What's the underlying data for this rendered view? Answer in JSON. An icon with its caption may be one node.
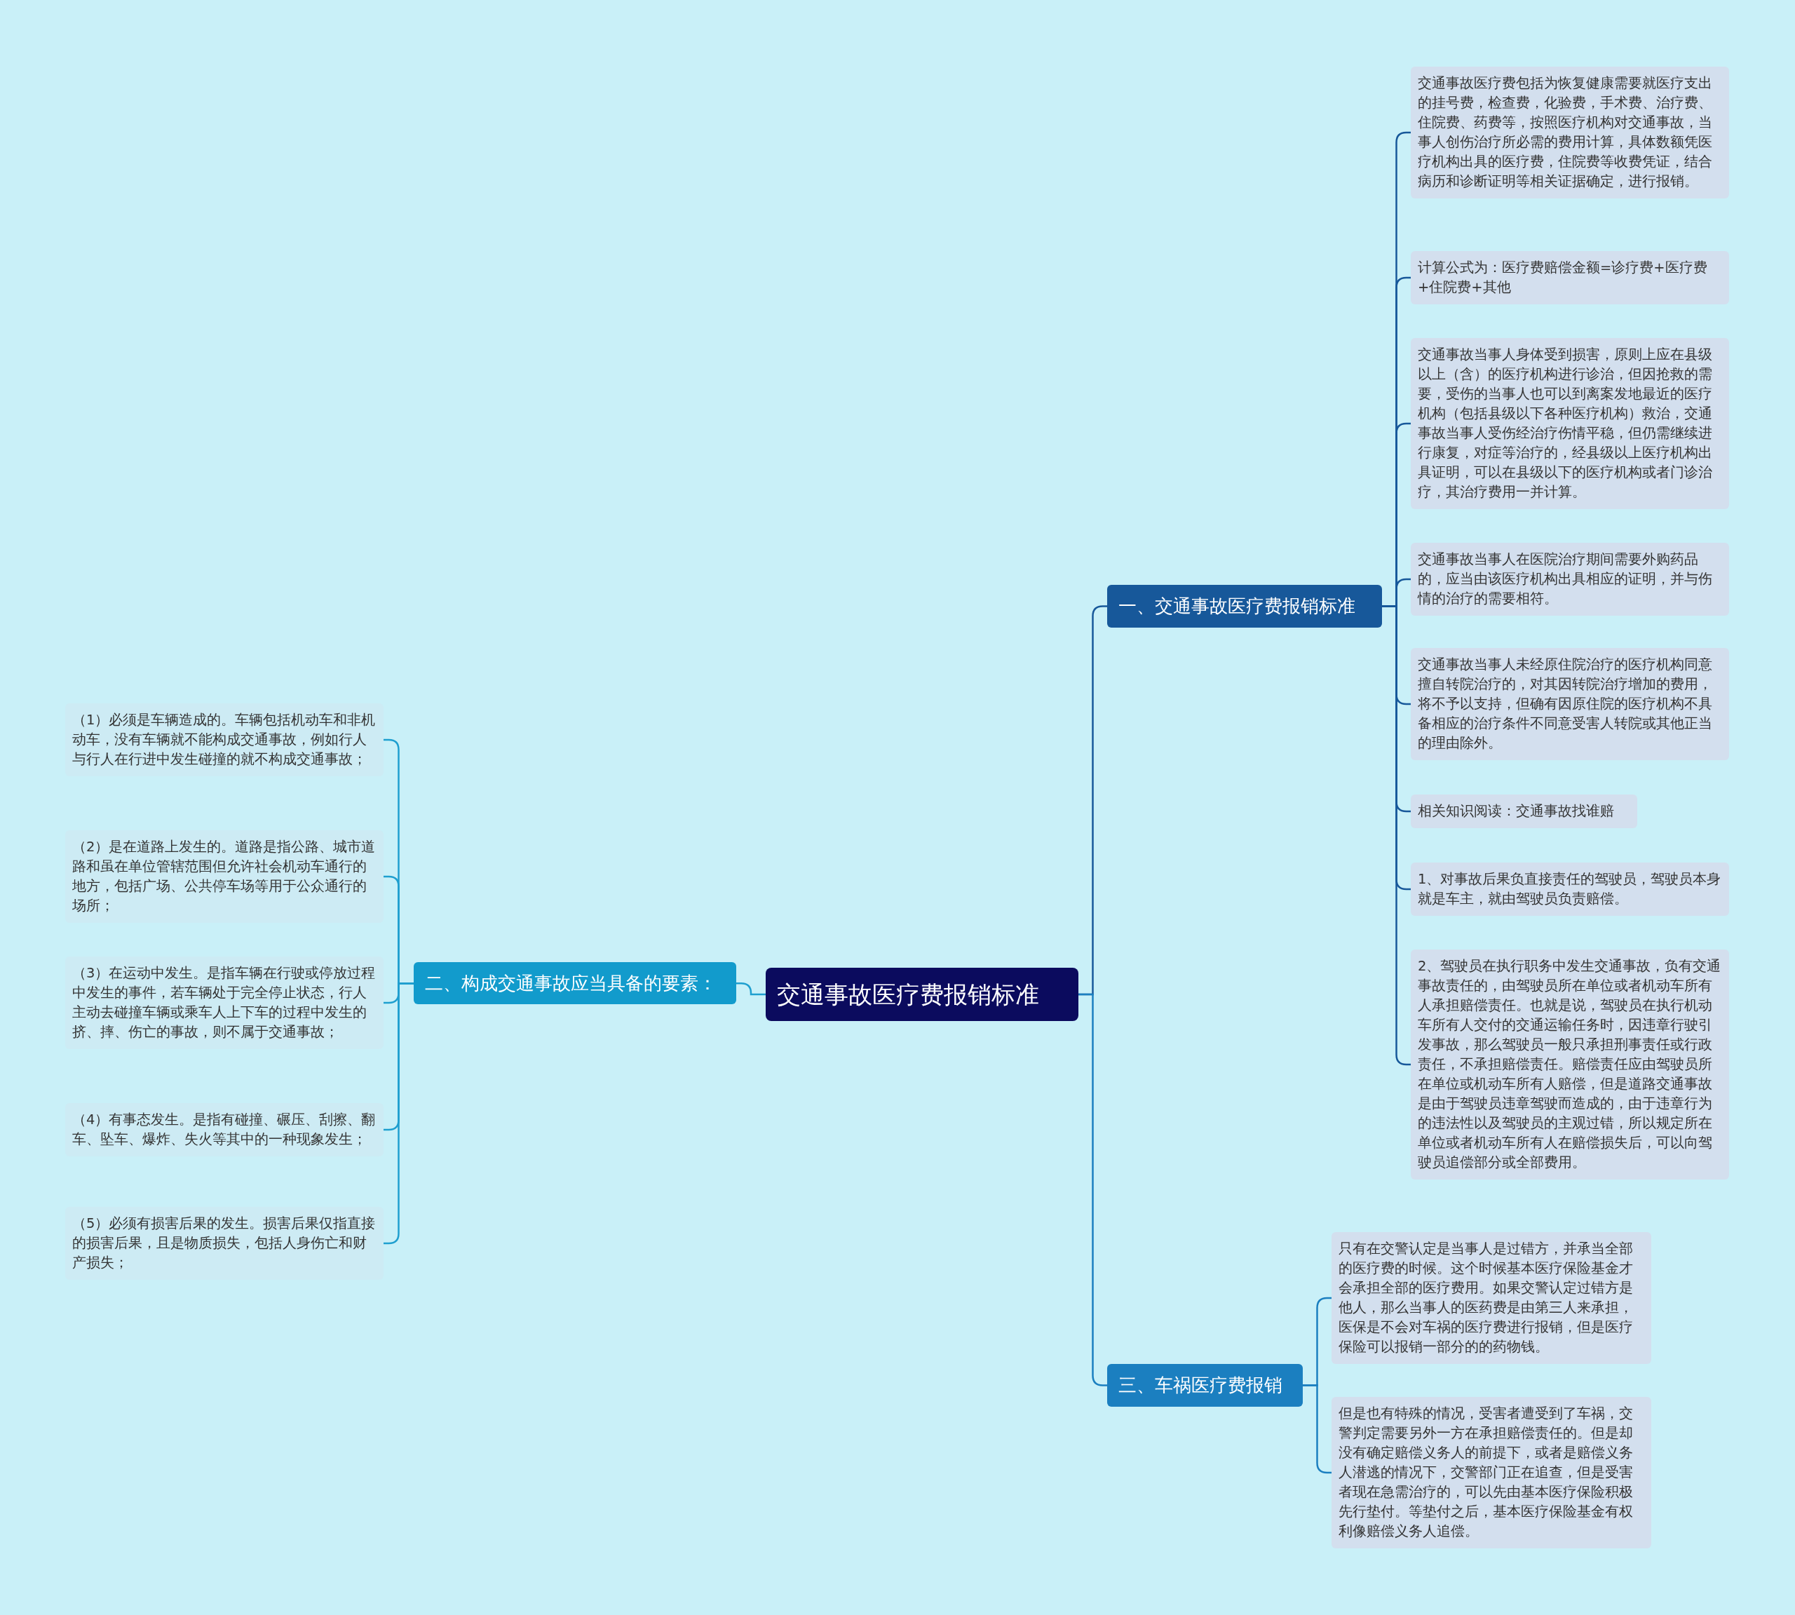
{
  "diagram": {
    "nodes": [
      {
        "text": [
          "交通事故医疗费报销标准"
        ]
      },
      {
        "text": [
          "一、交通事故医疗费报销标准"
        ]
      },
      {
        "text": [
          "交通事故医疗费包括为恢复健康需要就医疗支出的挂号费，检查费，化验费，手术费、治疗费、住院费、药费等，按照医疗机构对交通事故，当事人创伤治疗所必需的费用计算，具体数额凭医疗机构出具的医疗费，住院费等收费凭证，结合病历和诊断证明等相关证据确定，进行报销。"
        ]
      },
      {
        "text": [
          "计算公式为：医疗费赔偿金额=诊疗费+医疗费+住院费+其他"
        ]
      },
      {
        "text": [
          "交通事故当事人身体受到损害，原则上应在县级以上（含）的医疗机构进行诊治，但因抢救的需要，受伤的当事人也可以到离案发地最近的医疗机构（包括县级以下各种医疗机构）救治，交通事故当事人受伤经治疗伤情平稳，但仍需继续进行康复，对症等治疗的，经县级以上医疗机构出具证明，可以在县级以下的医疗机构或者门诊治疗，其治疗费用一并计算。"
        ]
      },
      {
        "text": [
          "交通事故当事人在医院治疗期间需要外购药品的，应当由该医疗机构出具相应的证明，并与伤情的治疗的需要相符。"
        ]
      },
      {
        "text": [
          "交通事故当事人未经原住院治疗的医疗机构同意擅自转院治疗的，对其因转院治疗增加的费用，将不予以支持，但确有因原住院的医疗机构不具备相应的治疗条件不同意受害人转院或其他正当的理由除外。"
        ]
      },
      {
        "text": [
          "相关知识阅读：交通事故找谁赔"
        ]
      },
      {
        "text": [
          "1、对事故后果负直接责任的驾驶员，驾驶员本身就是车主，就由驾驶员负责赔偿。"
        ]
      },
      {
        "text": [
          "2、驾驶员在执行职务中发生交通事故，负有交通事故责任的，由驾驶员所在单位或者机动车所有人承担赔偿责任。也就是说，驾驶员在执行机动车所有人交付的交通运输任务时，因违章行驶引发事故，那么驾驶员一般只承担刑事责任或行政责任，不承担赔偿责任。赔偿责任应由驾驶员所在单位或机动车所有人赔偿，但是道路交通事故是由于驾驶员违章驾驶而造成的，由于违章行为的违法性以及驾驶员的主观过错，所以规定所在单位或者机动车所有人在赔偿损失后，可以向驾驶员追偿部分或全部费用。"
        ]
      },
      {
        "text": [
          "三、车祸医疗费报销"
        ]
      },
      {
        "text": [
          "只有在交警认定是当事人是过错方，并承当全部的医疗费的时候。这个时候基本医疗保险基金才会承担全部的医疗费用。如果交警认定过错方是他人，那么当事人的医药费是由第三人来承担，医保是不会对车祸的医疗费进行报销，但是医疗保险可以报销一部分的的药物钱。"
        ]
      },
      {
        "text": [
          "但是也有特殊的情况，受害者遭受到了车祸，交警判定需要另外一方在承担赔偿责任的。但是却没有确定赔偿义务人的前提下，或者是赔偿义务人潜逃的情况下，交警部门正在追查，但是受害者现在急需治疗的，可以先由基本医疗保险积极先行垫付。等垫付之后，基本医疗保险基金有权利像赔偿义务人追偿。"
        ]
      },
      {
        "text": [
          "二、构成交通事故应当具备的要素："
        ]
      },
      {
        "text": [
          "（1）必须是车辆造成的。车辆包括机动车和非机动车，没有车辆就不能构成交通事故，例如行人与行人在行进中发生碰撞的就不构成交通事故；"
        ]
      },
      {
        "text": [
          "（2）是在道路上发生的。道路是指公路、城市道路和虽在单位管辖范围但允许社会机动车通行的地方，包括广场、公共停车场等用于公众通行的场所；"
        ]
      },
      {
        "text": [
          "（3）在运动中发生。是指车辆在行驶或停放过程中发生的事件，若车辆处于完全停止状态，行人主动去碰撞车辆或乘车人上下车的过程中发生的挤、摔、伤亡的事故，则不属于交通事故；"
        ]
      },
      {
        "text": [
          "（4）有事态发生。是指有碰撞、碾压、刮擦、翻车、坠车、爆炸、失火等其中的一种现象发生；"
        ]
      },
      {
        "text": [
          "（5）必须有损害后果的发生。损害后果仅指直接的损害后果，且是物质损失，包括人身伤亡和财产损失；"
        ]
      }
    ],
    "edges": [
      {
        "from": 0,
        "to": 1,
        "arrow": "none"
      },
      {
        "from": 1,
        "to": 2,
        "arrow": "none"
      },
      {
        "from": 1,
        "to": 3,
        "arrow": "none"
      },
      {
        "from": 1,
        "to": 4,
        "arrow": "none"
      },
      {
        "from": 1,
        "to": 5,
        "arrow": "none"
      },
      {
        "from": 1,
        "to": 6,
        "arrow": "none"
      },
      {
        "from": 1,
        "to": 7,
        "arrow": "none"
      },
      {
        "from": 1,
        "to": 8,
        "arrow": "none"
      },
      {
        "from": 1,
        "to": 9,
        "arrow": "none"
      },
      {
        "from": 0,
        "to": 10,
        "arrow": "none",
        "color": "#1b7fc0"
      },
      {
        "from": 10,
        "to": 11,
        "arrow": "none",
        "color": "#1b7fc0"
      },
      {
        "from": 10,
        "to": 12,
        "arrow": "none",
        "color": "#1b7fc0"
      },
      {
        "from": 0,
        "to": 13,
        "arrow": "none",
        "color": "#1f9fcf"
      },
      {
        "from": 13,
        "to": 14,
        "arrow": "none",
        "color": "#1f9fcf"
      },
      {
        "from": 13,
        "to": 15,
        "arrow": "none",
        "color": "#1f9fcf"
      },
      {
        "from": 13,
        "to": 16,
        "arrow": "none",
        "color": "#1f9fcf"
      },
      {
        "from": 13,
        "to": 17,
        "arrow": "none",
        "color": "#1f9fcf"
      },
      {
        "from": 13,
        "to": 18,
        "arrow": "none",
        "color": "#1f9fcf"
      }
    ]
  }
}
